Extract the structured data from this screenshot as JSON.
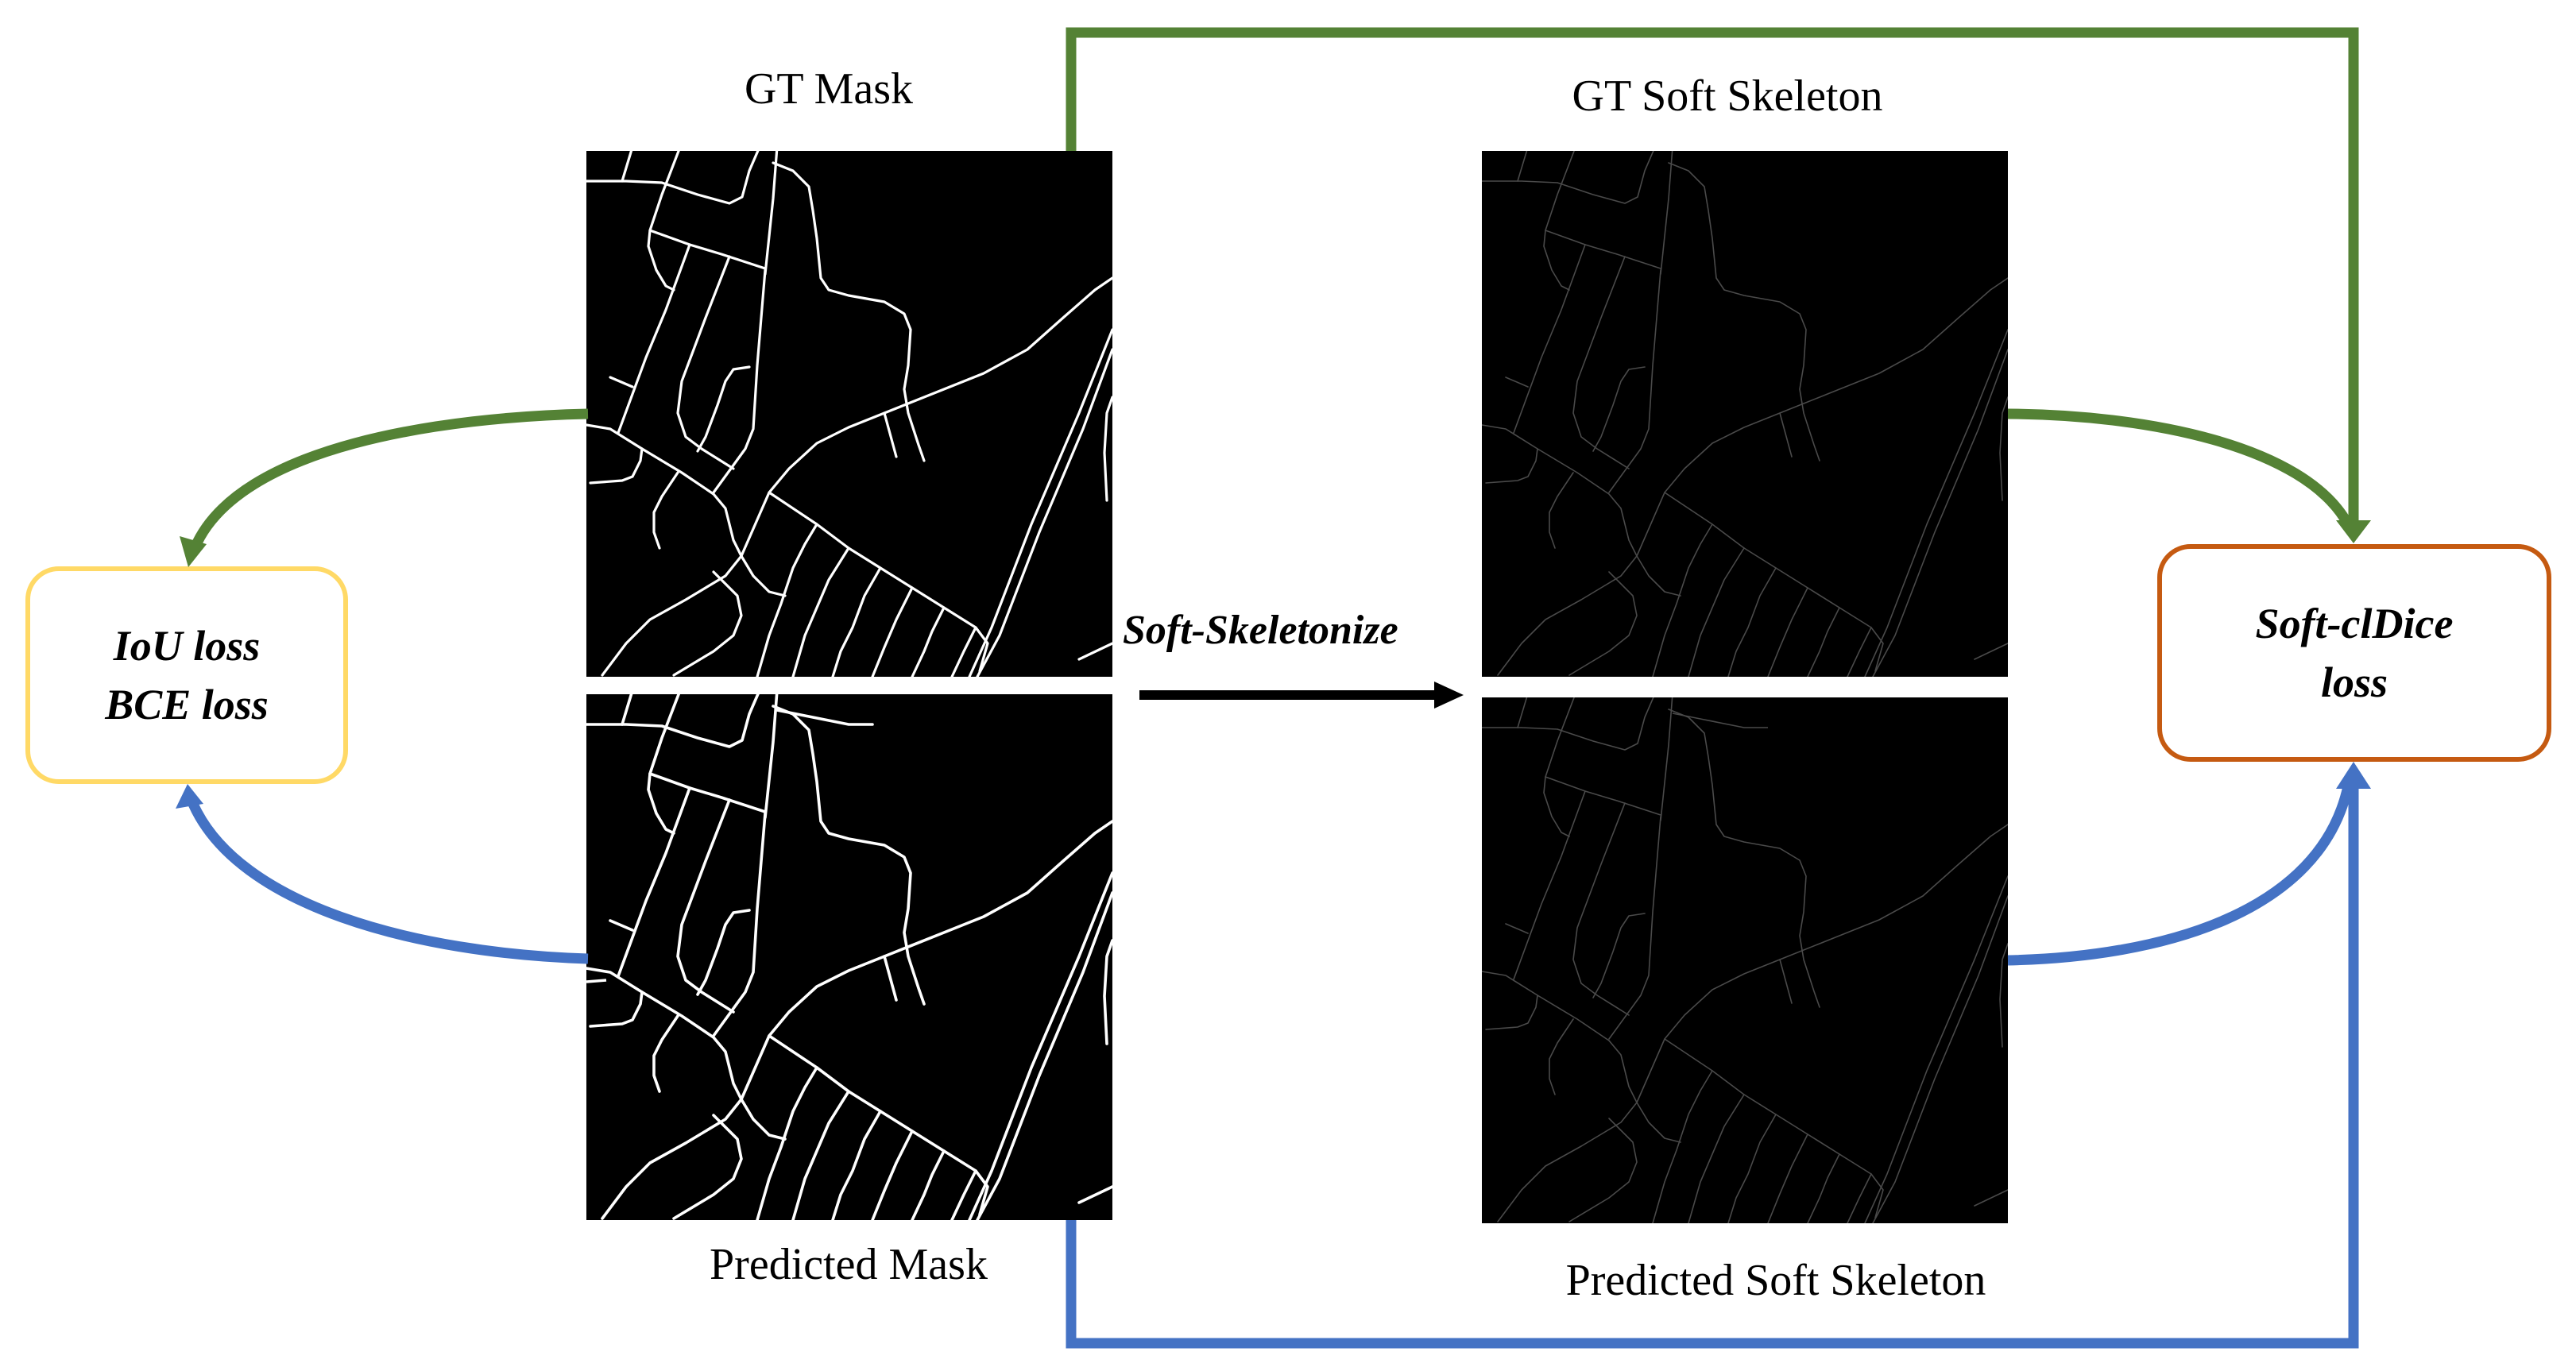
{
  "labels": {
    "gt_mask": "GT Mask",
    "predicted_mask": "Predicted Mask",
    "gt_soft_skeleton": "GT Soft Skeleton",
    "predicted_soft_skeleton": "Predicted Soft Skeleton"
  },
  "operation": {
    "label": "Soft-Skeletonize"
  },
  "left_box": {
    "line1": "IoU loss",
    "line2": "BCE loss",
    "border_color": "#FFD966"
  },
  "right_box": {
    "line1": "Soft-clDice",
    "line2": "loss",
    "border_color": "#C55A11"
  },
  "colors": {
    "gt_flow": "#548235",
    "pred_flow": "#4472C4",
    "mask_road": "#FFFFFF",
    "skeleton_road": "#4A4A4A",
    "panel_bg": "#000000"
  },
  "panels": [
    {
      "name": "gt-mask-image",
      "kind": "mask"
    },
    {
      "name": "predicted-mask-image",
      "kind": "mask"
    },
    {
      "name": "gt-soft-skeleton-image",
      "kind": "skeleton"
    },
    {
      "name": "predicted-soft-skeleton-image",
      "kind": "skeleton"
    }
  ]
}
